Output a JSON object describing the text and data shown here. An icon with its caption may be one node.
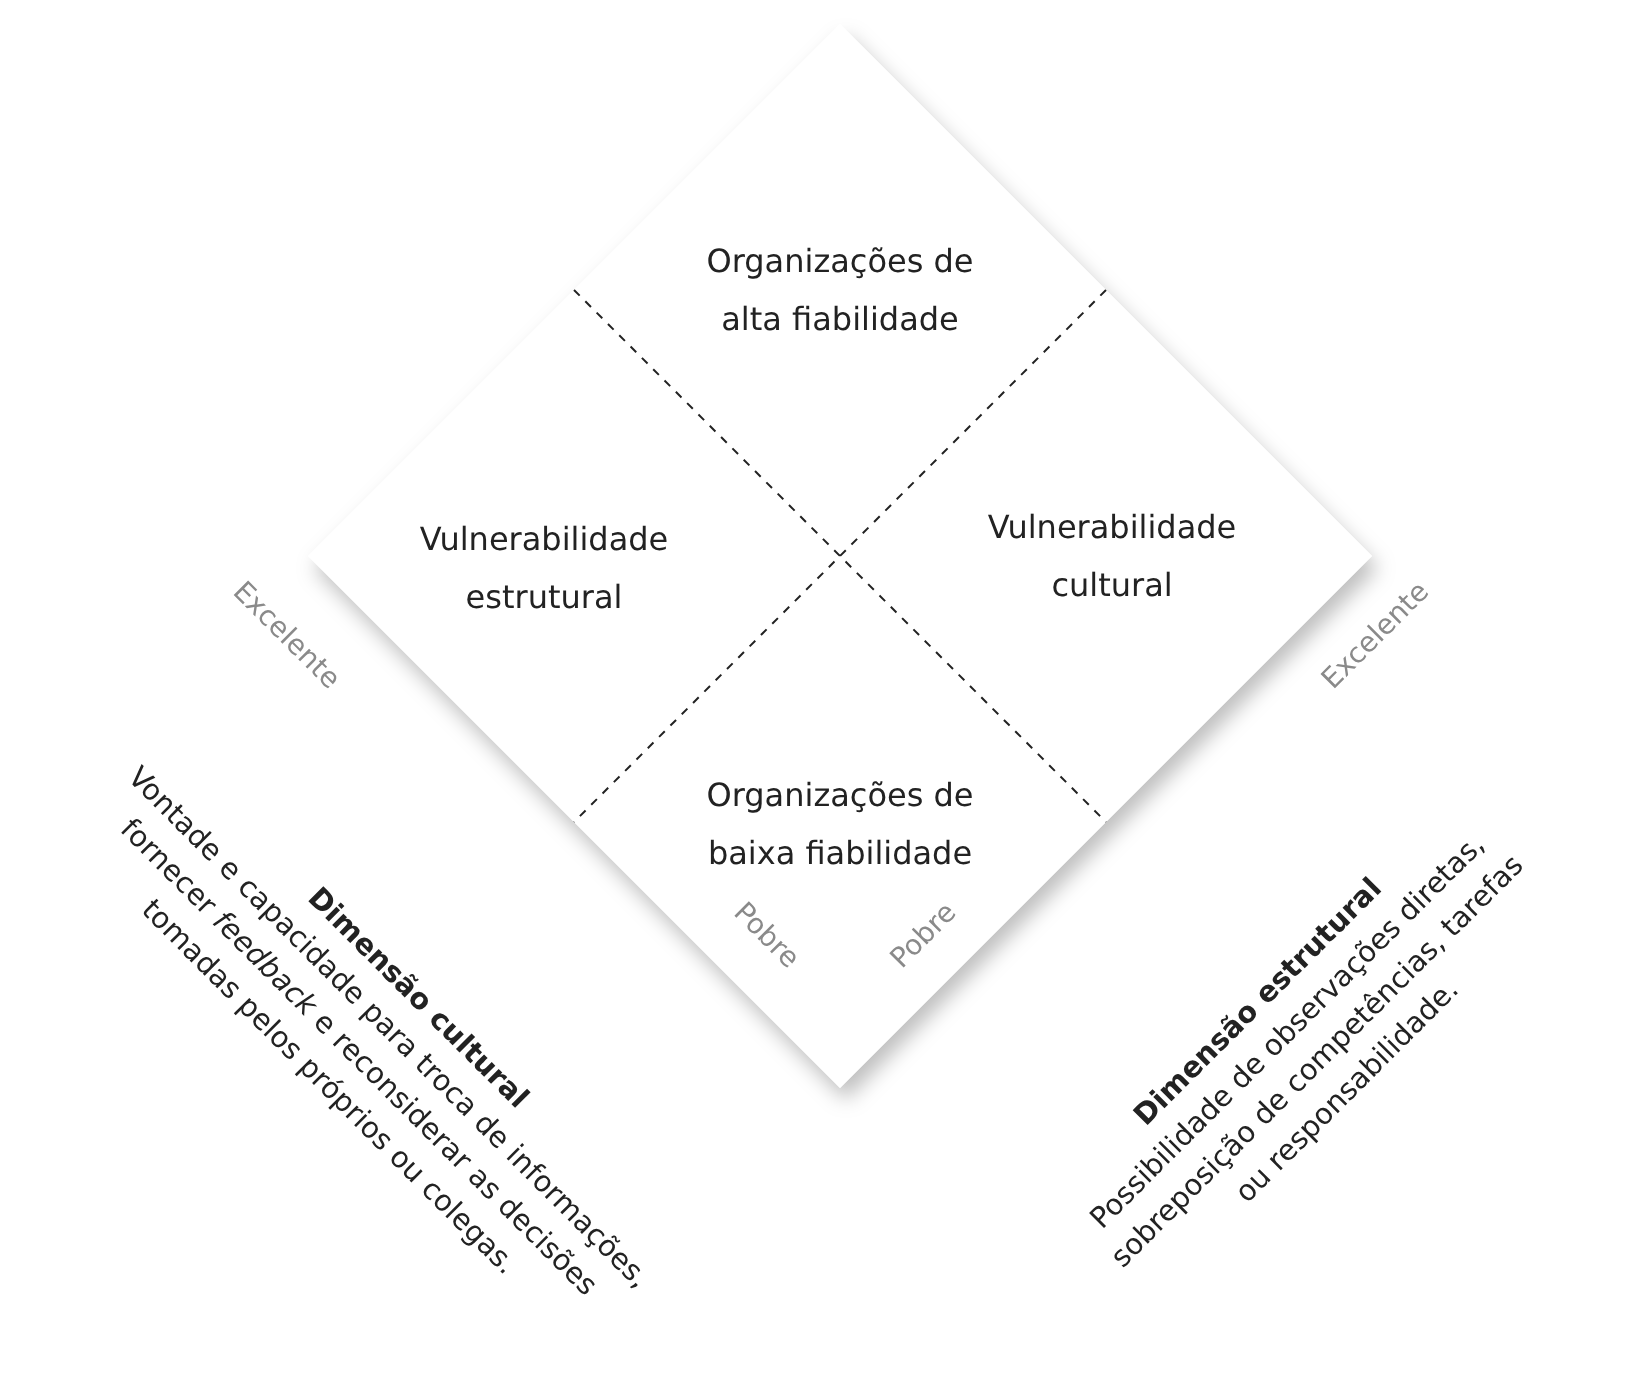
{
  "diagram": {
    "nodes": [
      {
        "text": [
          "Organizações de alta fiabilidade"
        ]
      },
      {
        "text": [
          "Vulnerabilidade estrutural"
        ]
      },
      {
        "text": [
          "Vulnerabilidade cultural"
        ]
      },
      {
        "text": [
          "Organizações de baixa fiabilidade"
        ]
      }
    ],
    "labels": [
      "Excelente",
      "Excelente",
      "Dimensão cultural",
      "Vontade e capacidade para troca de informações, fornecer *feedback* e reconsiderar as decisões tomadas pelos próprios ou colegas.",
      "Pobre",
      "Pobre",
      "Dimensão estrutural",
      "Possibilidade de observações diretas, sobreposição de competências, tarefas ou responsabilidade."
    ]
  }
}
